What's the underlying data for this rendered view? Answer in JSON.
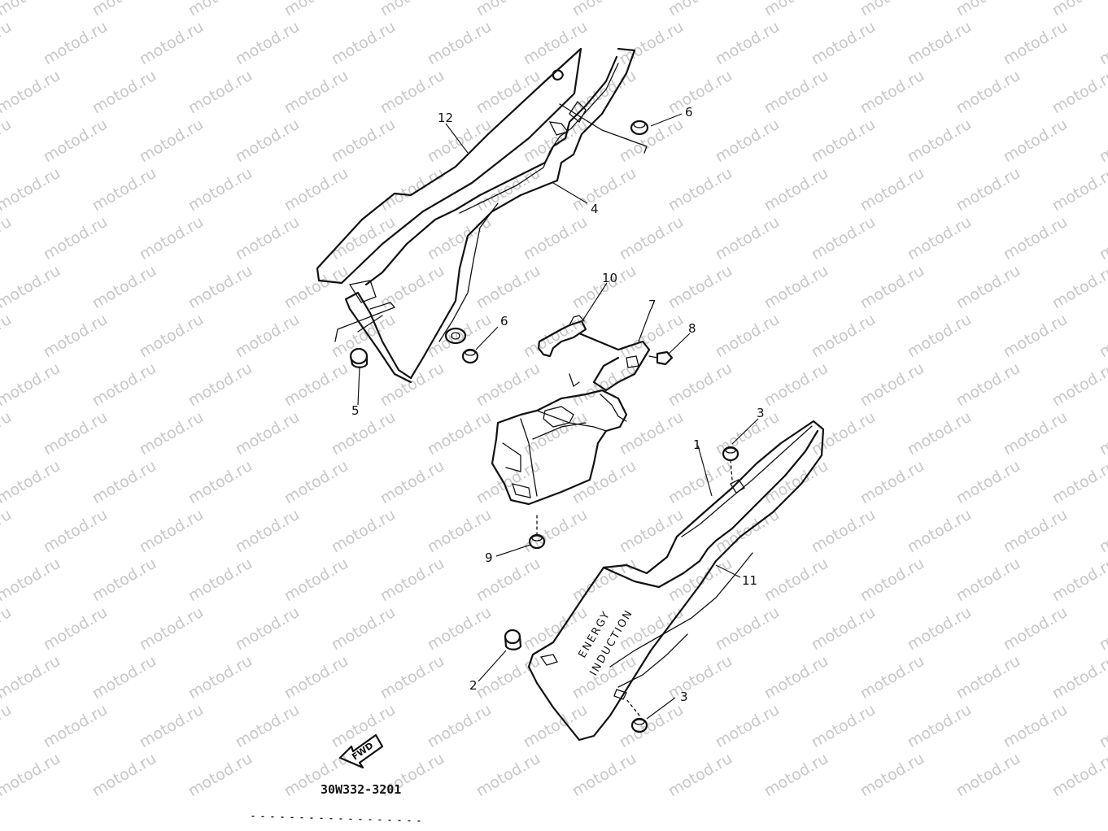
{
  "diagram": {
    "watermark_text": "motod.ru",
    "part_numbers": {
      "p1": "1",
      "p2": "2",
      "p3a": "3",
      "p3b": "3",
      "p4": "4",
      "p5": "5",
      "p6a": "6",
      "p6b": "6",
      "p7": "7",
      "p8": "8",
      "p9": "9",
      "p10": "10",
      "p11": "11",
      "p12": "12"
    },
    "decal_line1": "ENERGY",
    "decal_line2": "INDUCTION",
    "fwd_label": "FWD",
    "diagram_code": "30W332-3201"
  }
}
